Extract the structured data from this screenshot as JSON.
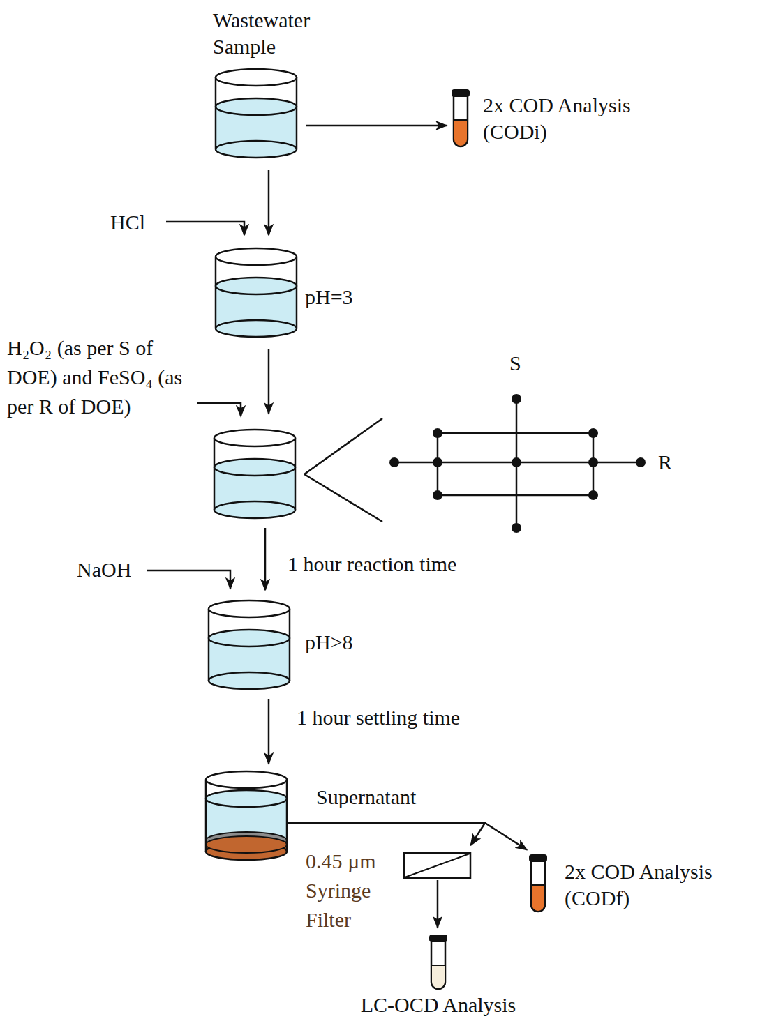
{
  "diagram": {
    "nodes": [
      {
        "text": [
          "Wastewater Sample"
        ]
      },
      {
        "text": [
          "2x COD Analysis (CODi)"
        ]
      },
      {
        "text": [
          "HCl"
        ]
      },
      {
        "text": [
          "pH=3"
        ]
      },
      {
        "text": [
          "H₂O₂ (as per S of DOE) and FeSO₄ (as per R of DOE)"
        ]
      },
      {
        "text": []
      },
      {
        "text": [
          "NaOH"
        ]
      },
      {
        "text": [
          "pH>8"
        ]
      },
      {
        "text": []
      },
      {
        "text": [
          "0.45 µm Syringe Filter"
        ]
      },
      {
        "text": [
          "2x COD Analysis (CODf)"
        ]
      },
      {
        "text": [
          "LC-OCD Analysis"
        ]
      }
    ],
    "edges": [
      {
        "from": 0,
        "to": 1,
        "arrow": "to"
      },
      {
        "from": 0,
        "to": 3,
        "arrow": "to"
      },
      {
        "from": 2,
        "to": 3,
        "arrow": "to"
      },
      {
        "from": 3,
        "to": 5,
        "arrow": "to"
      },
      {
        "from": 4,
        "to": 5,
        "arrow": "to"
      },
      {
        "from": 5,
        "to": 7,
        "arrow": "to",
        "label": "1 hour reaction time"
      },
      {
        "from": 6,
        "to": 7,
        "arrow": "to"
      },
      {
        "from": 7,
        "to": 8,
        "arrow": "to",
        "label": "1 hour settling time"
      },
      {
        "from": 8,
        "to": 9,
        "arrow": "to"
      },
      {
        "from": 8,
        "to": 10,
        "arrow": "to"
      },
      {
        "from": 9,
        "to": 11,
        "arrow": "to"
      }
    ],
    "labels": [
      "S",
      "R",
      "Supernatant"
    ]
  }
}
